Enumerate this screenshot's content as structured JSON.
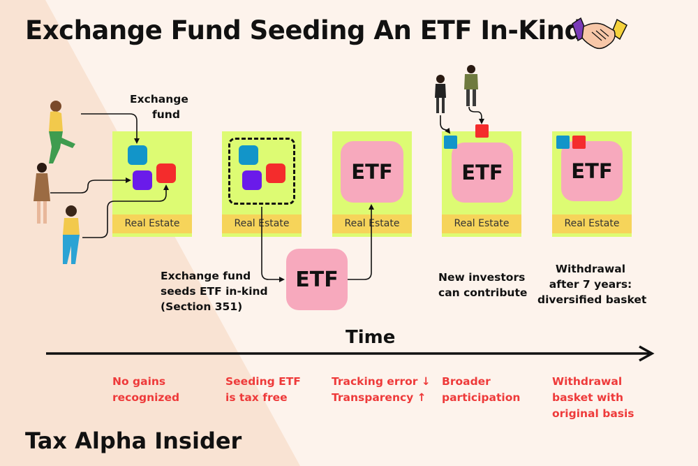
{
  "title": "Exchange Fund Seeding An ETF In-Kind",
  "brand": "Tax Alpha Insider",
  "time_label": "Time",
  "exchange_fund_label": [
    "Exchange",
    "fund"
  ],
  "real_estate_label": "Real Estate",
  "etf_label": "ETF",
  "captions": {
    "seed": [
      "Exchange fund",
      "seeds ETF in-kind",
      "(Section 351)"
    ],
    "new_investors": [
      "New investors",
      "can contribute"
    ],
    "withdrawal": [
      "Withdrawal",
      "after 7 years:",
      "diversified basket"
    ]
  },
  "notes": [
    [
      "No gains",
      "recognized"
    ],
    [
      "Seeding ETF",
      "is tax free"
    ],
    [
      "Tracking error ↓",
      "Transparency ↑"
    ],
    [
      "Broader",
      "participation"
    ],
    [
      "Withdrawal",
      "basket with",
      "original basis"
    ]
  ],
  "icons": [
    "handshake-icon",
    "investor-woman-icon",
    "investor-man-icon"
  ],
  "colors": {
    "card": "#ddfb73",
    "real_estate": "#f6d45a",
    "etf": "#f7a9bd",
    "asset_blue": "#1295c9",
    "asset_purple": "#6a1bea",
    "asset_red": "#f42c2c",
    "note_red": "#ee3a3a",
    "background": "#fdf3ec",
    "triangle": "#f9e3d3"
  }
}
